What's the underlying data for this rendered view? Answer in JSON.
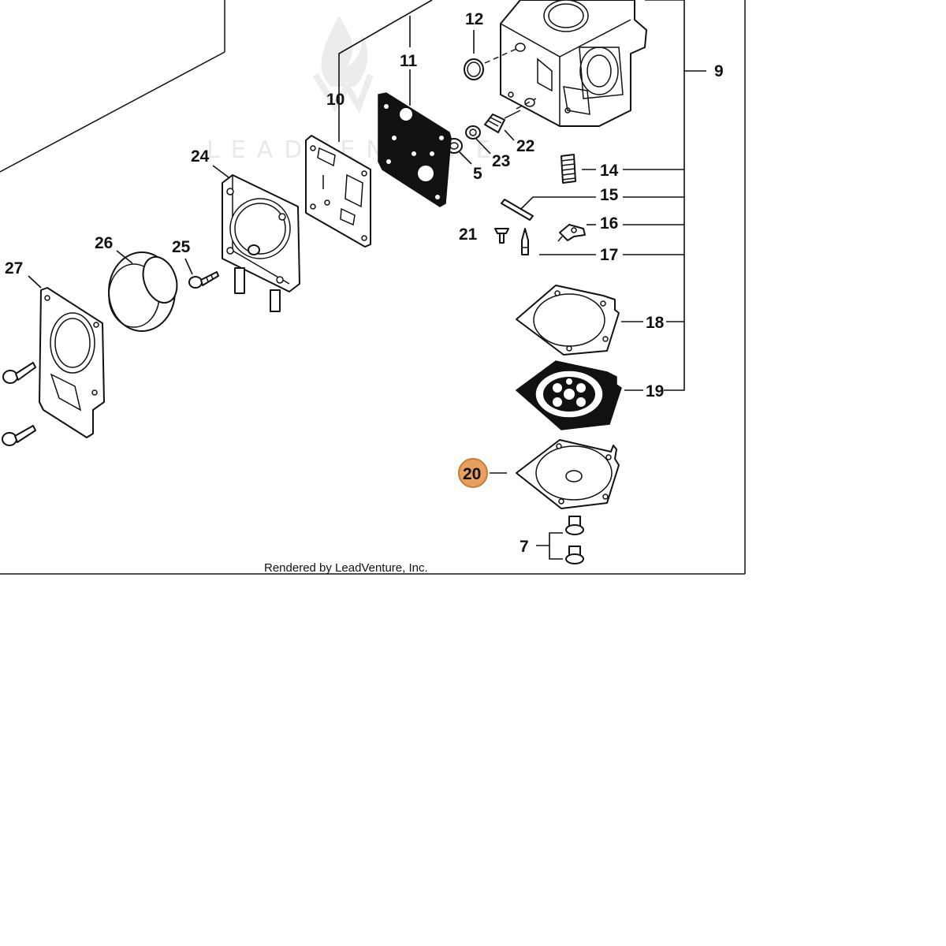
{
  "diagram": {
    "credit": "Rendered by LeadVenture, Inc.",
    "watermark": "LEADVENTURE",
    "highlight_color": "#e8a060",
    "highlight_stroke": "#c87a30",
    "callouts": {
      "c5": "5",
      "c7": "7",
      "c9": "9",
      "c10": "10",
      "c11": "11",
      "c12": "12",
      "c14": "14",
      "c15": "15",
      "c16": "16",
      "c17": "17",
      "c18": "18",
      "c19": "19",
      "c20": "20",
      "c21": "21",
      "c22": "22",
      "c23": "23",
      "c24": "24",
      "c25": "25",
      "c26": "26",
      "c27": "27"
    }
  }
}
